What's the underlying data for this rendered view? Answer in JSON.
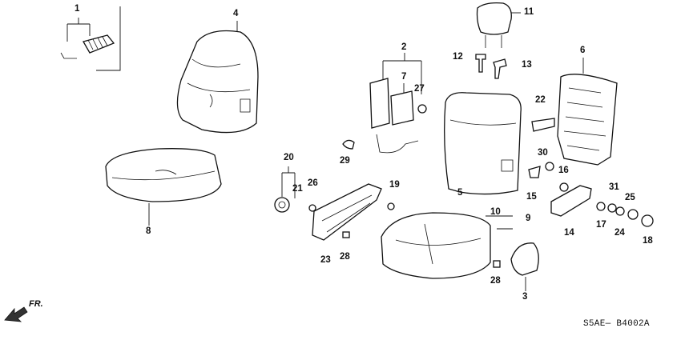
{
  "callouts": [
    {
      "id": "1",
      "text": "1"
    },
    {
      "id": "2",
      "text": "2"
    },
    {
      "id": "3",
      "text": "3"
    },
    {
      "id": "4",
      "text": "4"
    },
    {
      "id": "5",
      "text": "5"
    },
    {
      "id": "6",
      "text": "6"
    },
    {
      "id": "7",
      "text": "7"
    },
    {
      "id": "8",
      "text": "8"
    },
    {
      "id": "9",
      "text": "9"
    },
    {
      "id": "10",
      "text": "10"
    },
    {
      "id": "11",
      "text": "11"
    },
    {
      "id": "12",
      "text": "12"
    },
    {
      "id": "13",
      "text": "13"
    },
    {
      "id": "14",
      "text": "14"
    },
    {
      "id": "15",
      "text": "15"
    },
    {
      "id": "16",
      "text": "16"
    },
    {
      "id": "17",
      "text": "17"
    },
    {
      "id": "18",
      "text": "18"
    },
    {
      "id": "19",
      "text": "19"
    },
    {
      "id": "20",
      "text": "20"
    },
    {
      "id": "21",
      "text": "21"
    },
    {
      "id": "22",
      "text": "22"
    },
    {
      "id": "23",
      "text": "23"
    },
    {
      "id": "24",
      "text": "24"
    },
    {
      "id": "25",
      "text": "25"
    },
    {
      "id": "26",
      "text": "26"
    },
    {
      "id": "27",
      "text": "27"
    },
    {
      "id": "28a",
      "text": "28"
    },
    {
      "id": "28b",
      "text": "28"
    },
    {
      "id": "29",
      "text": "29"
    },
    {
      "id": "30",
      "text": "30"
    },
    {
      "id": "31",
      "text": "31"
    }
  ],
  "direction_label": "FR.",
  "diagram_code": "S5AE— B4002A"
}
